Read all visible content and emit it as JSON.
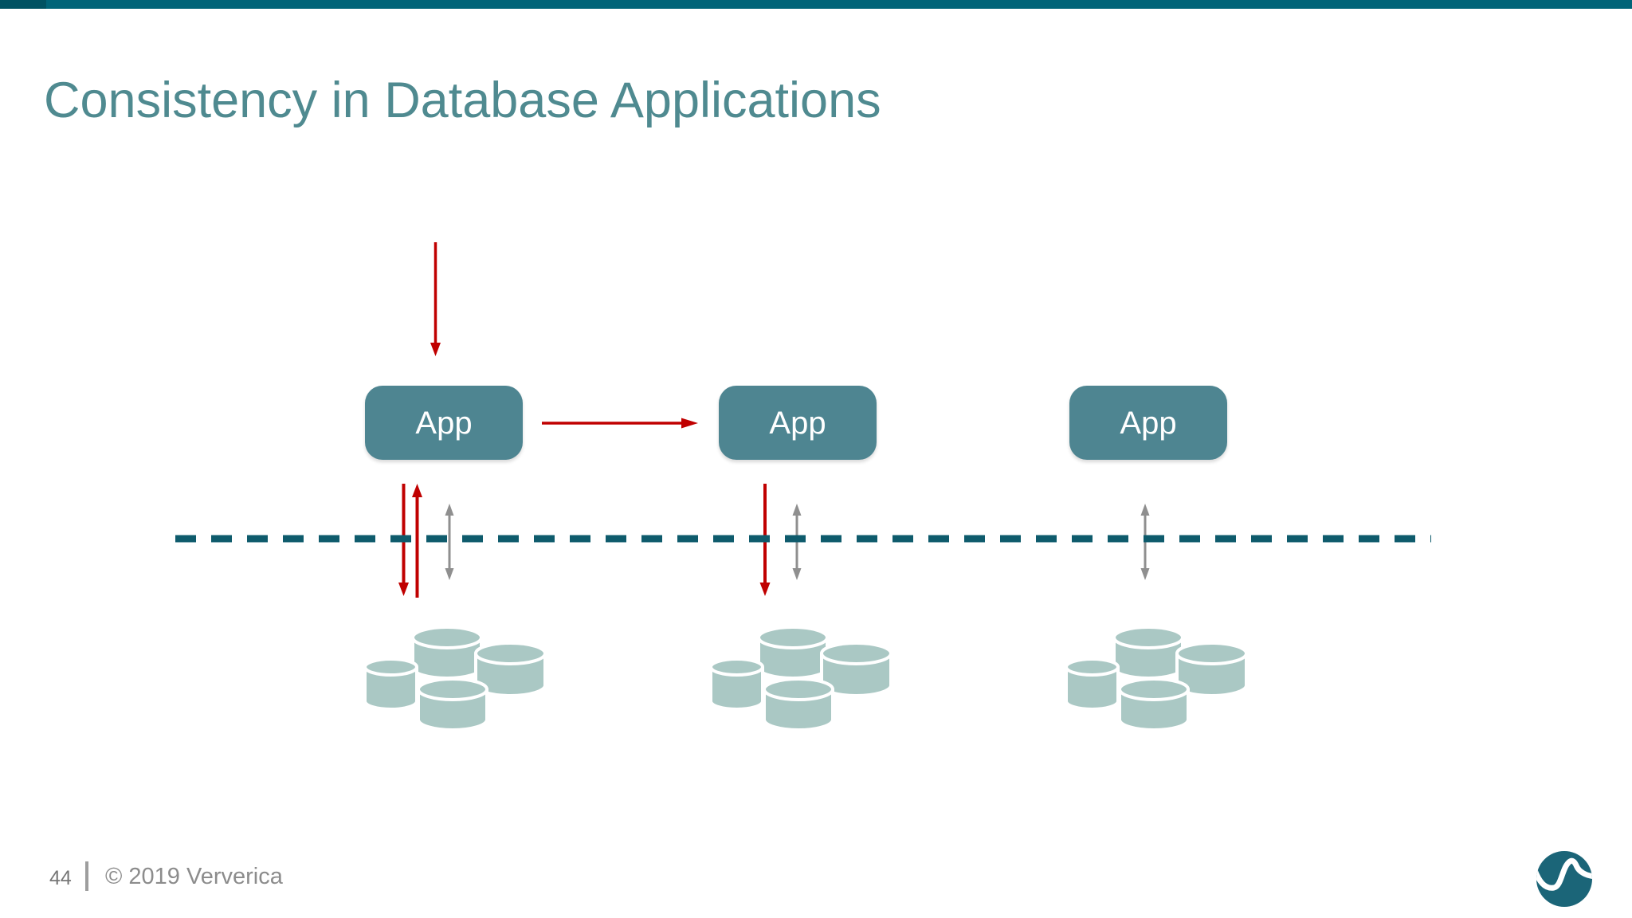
{
  "slide": {
    "title": "Consistency in Database Applications",
    "footer": {
      "page_number": "44",
      "copyright": "© 2019 Ververica"
    }
  },
  "diagram": {
    "apps": [
      {
        "label": "App"
      },
      {
        "label": "App"
      },
      {
        "label": "App"
      }
    ],
    "icons": {
      "database_cluster": "four-database-cylinders",
      "logo": "ververica-wave-in-circle"
    }
  },
  "colors": {
    "top_bar": "#006478",
    "top_bar_accent": "#005262",
    "title": "#4f8a90",
    "app_box": "#4e8591",
    "app_label": "#ffffff",
    "arrow_red": "#c00000",
    "arrow_gray": "#8f8f8f",
    "boundary": "#0e5b6c",
    "database": "#aac8c4",
    "footer": "#8c8c8c",
    "page_number": "#767676",
    "logo": "#1b6578"
  }
}
